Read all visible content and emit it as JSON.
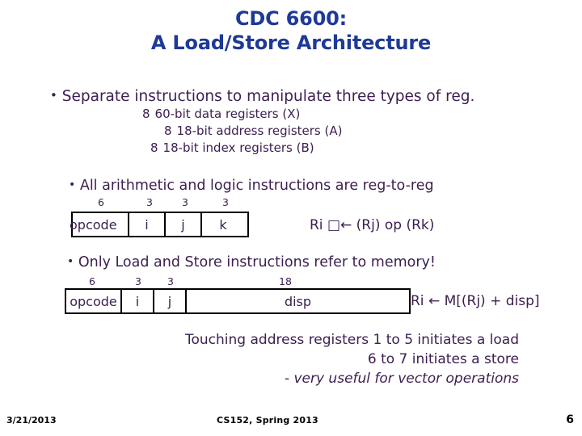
{
  "slide": {
    "title": {
      "line1": "CDC 6600:",
      "line2": "A Load/Store Architecture",
      "color": "#1e3a96"
    },
    "body_color": "#3d2050",
    "bullets": [
      {
        "marker": "•",
        "text": "Separate instructions to manipulate three types of reg."
      },
      {
        "marker": "•",
        "text": "All arithmetic and logic instructions are reg-to-reg"
      },
      {
        "marker": "•",
        "text": "Only Load and Store instructions refer to memory!"
      }
    ],
    "register_list": [
      {
        "count": "8",
        "desc": "60-bit data registers (X)"
      },
      {
        "count": "8",
        "desc": "18-bit address registers (A)"
      },
      {
        "count": "8",
        "desc": "18-bit index registers (B)"
      }
    ],
    "instruction_formats": [
      {
        "name": "register-format",
        "bit_widths": [
          "6",
          "3",
          "3",
          "3"
        ],
        "fields": [
          "opcode",
          "i",
          "j",
          "k"
        ],
        "semantics": "Ri □← (Rj) op (Rk)"
      },
      {
        "name": "memory-format",
        "bit_widths": [
          "6",
          "3",
          "3",
          "18"
        ],
        "fields": [
          "opcode",
          "i",
          "j",
          "disp"
        ],
        "semantics": "Ri ← M[(Rj) + disp]"
      }
    ],
    "notes": [
      {
        "text": "Touching address registers 1 to 5 initiates a load",
        "italic": false
      },
      {
        "text": "6 to 7 initiates a store",
        "italic": false
      },
      {
        "text": "- very useful for vector operations",
        "italic": true
      }
    ]
  },
  "footer": {
    "date": "3/21/2013",
    "course": "CS152, Spring 2013",
    "page": "6"
  }
}
